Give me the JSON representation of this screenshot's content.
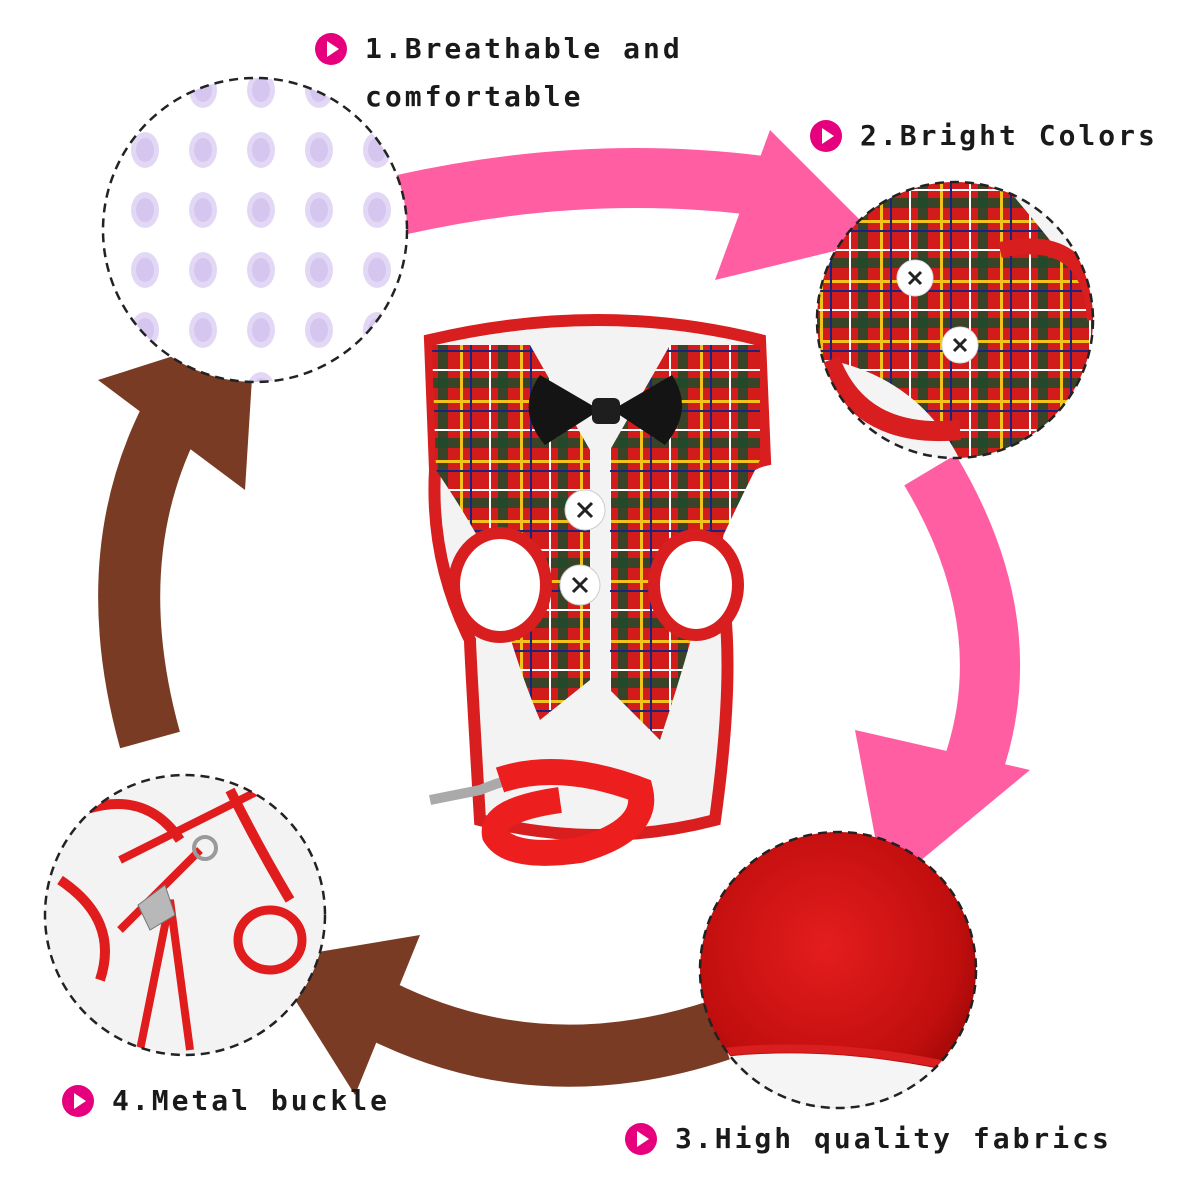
{
  "colors": {
    "accent_pink": "#ff5fa2",
    "arrow_brown": "#7a3b24",
    "bullet_magenta": "#e6007e",
    "fabric_red": "#d81e1e"
  },
  "features": [
    {
      "text": "1.Breathable and\ncomfortable",
      "icon": "play-bullet-icon"
    },
    {
      "text": "2.Bright Colors",
      "icon": "play-bullet-icon"
    },
    {
      "text": "3.High quality fabrics",
      "icon": "play-bullet-icon"
    },
    {
      "text": "4.Metal buckle",
      "icon": "play-bullet-icon"
    }
  ]
}
